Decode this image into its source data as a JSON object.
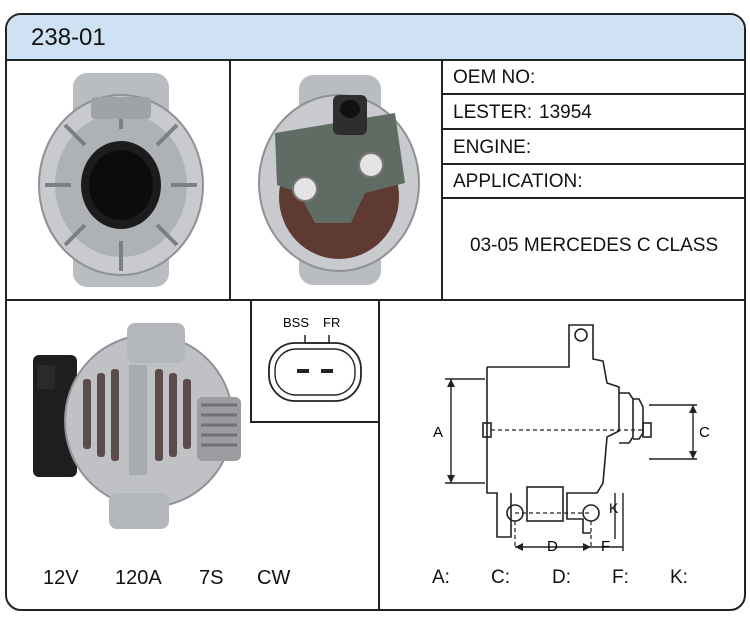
{
  "header": {
    "part_number": "238-01"
  },
  "info": {
    "oem_label": "OEM NO:",
    "lester_label": "LESTER:",
    "lester_value": "13954",
    "engine_label": "ENGINE:",
    "application_label": "APPLICATION:",
    "application_value": "03-05 MERCEDES C CLASS"
  },
  "connector": {
    "pin1": "BSS",
    "pin2": "FR"
  },
  "specs": {
    "voltage": "12V",
    "amperage": "120A",
    "pulley": "7S",
    "rotation": "CW"
  },
  "diagram": {
    "label_a": "A",
    "label_c": "C",
    "label_d": "D",
    "label_f": "F",
    "label_k": "K"
  },
  "dimensions": {
    "a": "A:",
    "c": "C:",
    "d": "D:",
    "f": "F:",
    "k": "K:"
  }
}
